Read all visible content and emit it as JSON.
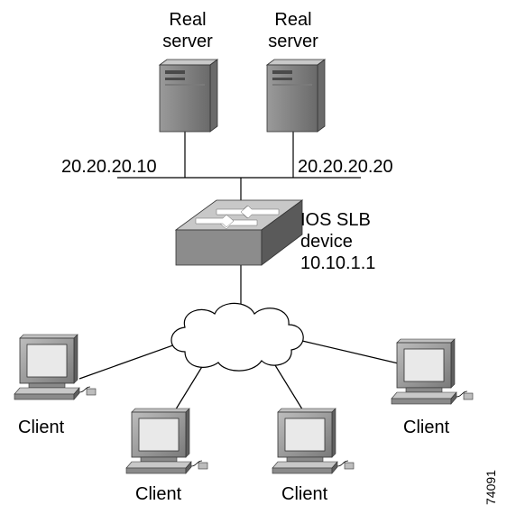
{
  "servers": [
    {
      "label_line1": "Real",
      "label_line2": "server",
      "ip": "20.20.20.10"
    },
    {
      "label_line1": "Real",
      "label_line2": "server",
      "ip": "20.20.20.20"
    }
  ],
  "slb": {
    "line1": "IOS SLB",
    "line2": "device",
    "line3": "10.10.1.1"
  },
  "clients": [
    "Client",
    "Client",
    "Client",
    "Client"
  ],
  "figure_id": "74091",
  "colors": {
    "device_gray": "#8c8c8c",
    "device_light": "#c8c8c8",
    "device_dark": "#5a5a5a",
    "cloud": "#ffffff"
  }
}
